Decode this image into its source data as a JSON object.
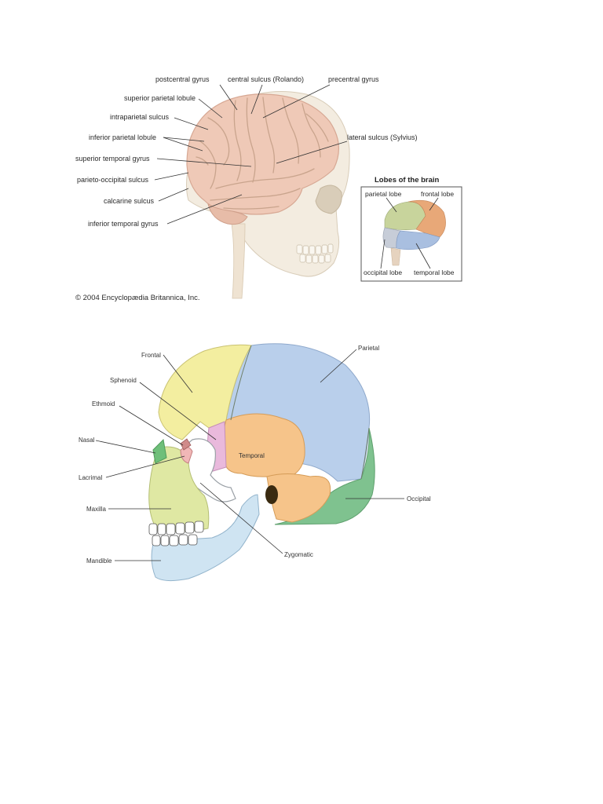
{
  "brain_figure": {
    "labels": {
      "postcentral_gyrus": "postcentral gyrus",
      "central_sulcus": "central sulcus (Rolando)",
      "precentral_gyrus": "precentral gyrus",
      "superior_parietal_lobule": "superior parietal lobule",
      "intraparietal_sulcus": "intraparietal sulcus",
      "inferior_parietal_lobule": "inferior parietal lobule",
      "lateral_sulcus": "lateral sulcus (Sylvius)",
      "superior_temporal_gyrus": "superior temporal gyrus",
      "parieto_occipital_sulcus": "parieto-occipital sulcus",
      "calcarine_sulcus": "calcarine sulcus",
      "inferior_temporal_gyrus": "inferior temporal gyrus"
    },
    "copyright": "© 2004 Encyclopædia Britannica, Inc.",
    "inset": {
      "title": "Lobes of the brain",
      "labels": {
        "parietal": "parietal lobe",
        "frontal": "frontal lobe",
        "occipital": "occipital lobe",
        "temporal": "temporal lobe"
      }
    }
  },
  "skull_figure": {
    "labels": {
      "frontal": "Frontal",
      "parietal": "Parietal",
      "sphenoid": "Sphenoid",
      "ethmoid": "Ethmoid",
      "nasal": "Nasal",
      "temporal": "Temporal",
      "lacrimal": "Lacrimal",
      "occipital": "Occipital",
      "maxilla": "Maxilla",
      "zygomatic": "Zygomatic",
      "mandible": "Mandible"
    },
    "bone_colors": {
      "frontal": "#f3eea0",
      "parietal": "#b9cfeb",
      "temporal": "#f6c48a",
      "occipital": "#7fc28f",
      "sphenoid": "#e9b9dc",
      "maxilla": "#dfe8a3",
      "mandible": "#cfe4f2",
      "zygomatic": "#ffffff",
      "nasal": "#6fbf7a",
      "lacrimal": "#f1b7b7"
    }
  }
}
